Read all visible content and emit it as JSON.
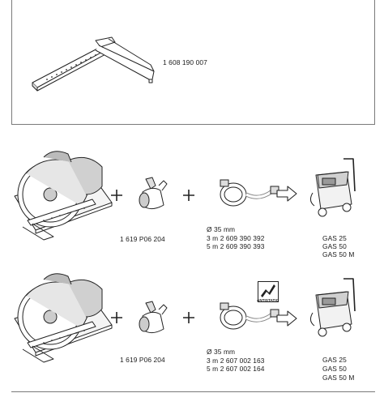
{
  "top": {
    "part_number": "1 608 190 007"
  },
  "row1": {
    "adapter_part": "1 619 P06 204",
    "hose_diameter": "Ø 35 mm",
    "hose_lines": [
      "3 m  2 609 390 392",
      "5 m  2 609 390 393"
    ],
    "vacuums": [
      "GAS 25",
      "GAS 50",
      "GAS 50 M"
    ]
  },
  "row2": {
    "adapter_part": "1 619 P06 204",
    "hose_diameter": "Ø 35 mm",
    "hose_lines": [
      "3 m  2 607 002 163",
      "5 m  2 607 002 164"
    ],
    "antistatic_label": "ANTISTATIC",
    "vacuums": [
      "GAS 25",
      "GAS 50",
      "GAS 50 M"
    ]
  },
  "icons": [
    "guide-rail-icon",
    "circular-saw-icon",
    "plus-icon",
    "dust-adapter-icon",
    "hose-icon",
    "arrow-right-icon",
    "vacuum-cleaner-icon",
    "antistatic-symbol-icon"
  ]
}
